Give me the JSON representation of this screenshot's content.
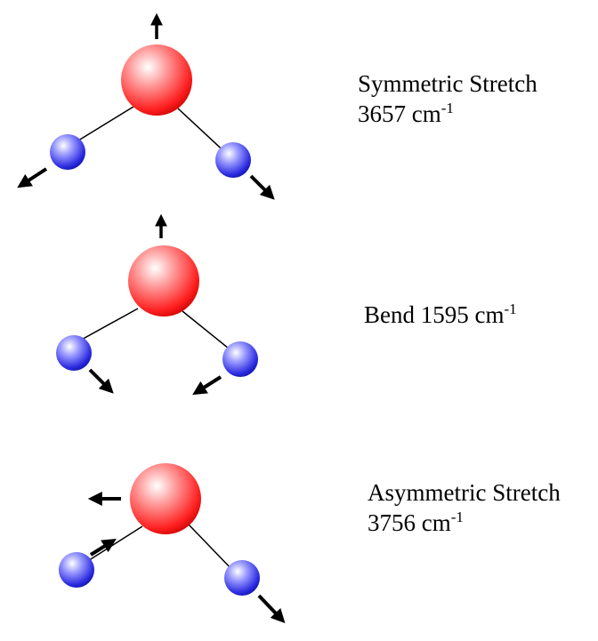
{
  "modes": [
    {
      "name": "Symmetric Stretch",
      "frequency_value": "3657 cm",
      "frequency_exponent": "-1"
    },
    {
      "name_and_frequency": "Bend 1595 cm",
      "frequency_exponent": "-1"
    },
    {
      "name": "Asymmetric Stretch",
      "frequency_value": "3756 cm",
      "frequency_exponent": "-1"
    }
  ],
  "colors": {
    "oxygen": "#ff3a3a",
    "hydrogen": "#3a3ae8",
    "bond": "#000000",
    "arrow": "#000000"
  }
}
